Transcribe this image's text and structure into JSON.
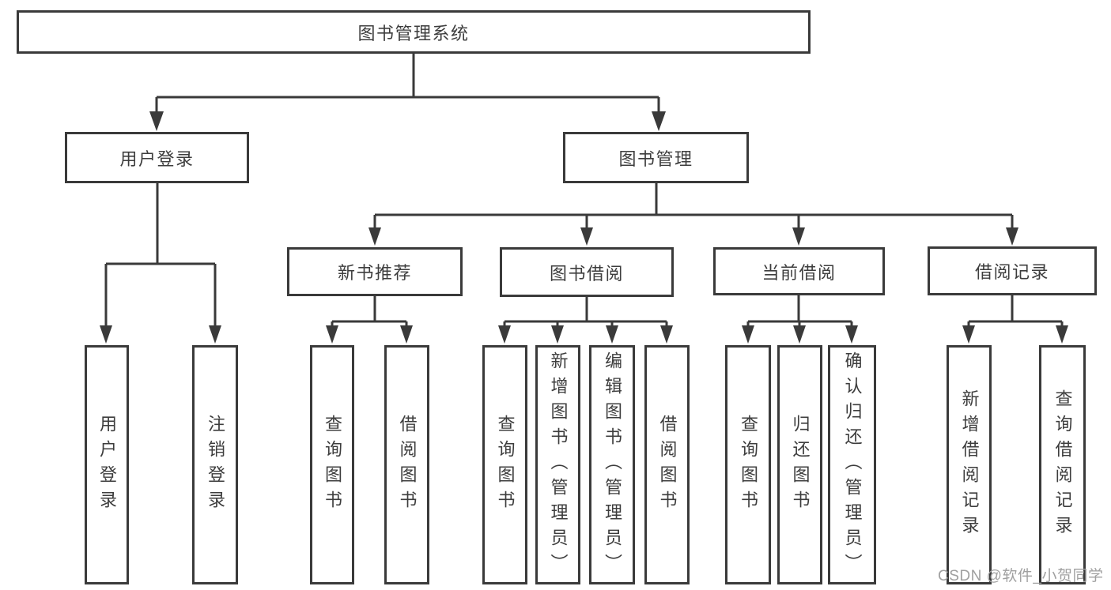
{
  "diagram": {
    "title": "图书管理系统",
    "type": "hierarchy-tree",
    "colors": {
      "line": "#3a3a3a",
      "box_border": "#3a3a3a",
      "box_fill": "#ffffff",
      "text": "#3d3d3d",
      "watermark": "#a0a0a0"
    },
    "labels": {
      "root": "图书管理系统",
      "l2": [
        "用户登录",
        "图书管理"
      ],
      "l3": [
        "新书推荐",
        "图书借阅",
        "当前借阅",
        "借阅记录"
      ],
      "leaves": [
        "用户登录",
        "注销登录",
        "查询图书",
        "借阅图书",
        "查询图书",
        "新增图书（管理员）",
        "编辑图书（管理员）",
        "借阅图书",
        "查询图书",
        "归还图书",
        "确认归还（管理员）",
        "新增借阅记录",
        "查询借阅记录"
      ]
    },
    "tree": {
      "label": "图书管理系统",
      "children": [
        {
          "label": "用户登录",
          "children": [
            {
              "label": "用户登录"
            },
            {
              "label": "注销登录"
            }
          ]
        },
        {
          "label": "图书管理",
          "children": [
            {
              "label": "新书推荐",
              "children": [
                {
                  "label": "查询图书"
                },
                {
                  "label": "借阅图书"
                }
              ]
            },
            {
              "label": "图书借阅",
              "children": [
                {
                  "label": "查询图书"
                },
                {
                  "label": "新增图书（管理员）"
                },
                {
                  "label": "编辑图书（管理员）"
                },
                {
                  "label": "借阅图书"
                }
              ]
            },
            {
              "label": "当前借阅",
              "children": [
                {
                  "label": "查询图书"
                },
                {
                  "label": "归还图书"
                },
                {
                  "label": "确认归还（管理员）"
                }
              ]
            },
            {
              "label": "借阅记录",
              "children": [
                {
                  "label": "新增借阅记录"
                },
                {
                  "label": "查询借阅记录"
                }
              ]
            }
          ]
        }
      ]
    },
    "watermark": "CSDN @软件_小贺同学"
  }
}
